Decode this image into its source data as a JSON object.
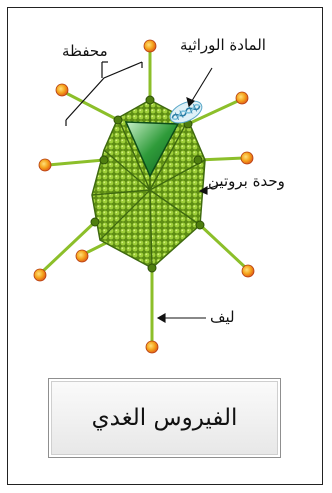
{
  "labels": {
    "capsid": "محفظة",
    "genetic_material": "المادة الوراثية",
    "protein_unit": "وحدة بروتين",
    "fiber": "ليف"
  },
  "caption": "الفيروس الغدي",
  "colors": {
    "capsid_green": "#7fae1c",
    "capsid_dark": "#3f6a0f",
    "fiber_green": "#8cbf2a",
    "knob_orange": "#f4a21a",
    "knob_red": "#d9461b",
    "dna_blue": "#5aa7c8"
  }
}
